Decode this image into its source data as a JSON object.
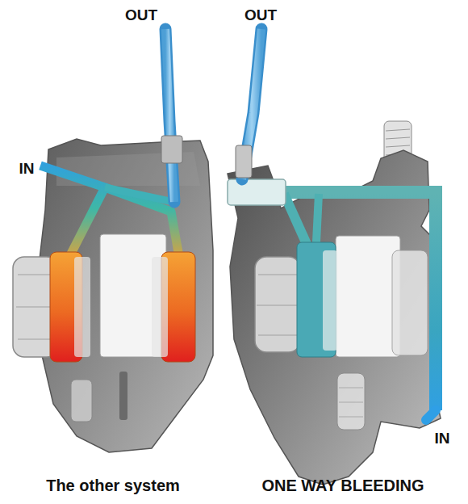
{
  "diagram": {
    "labels": [
      "OUT",
      "OUT",
      "IN",
      "IN",
      "The other system",
      "ONE WAY BLEEDING"
    ]
  }
}
